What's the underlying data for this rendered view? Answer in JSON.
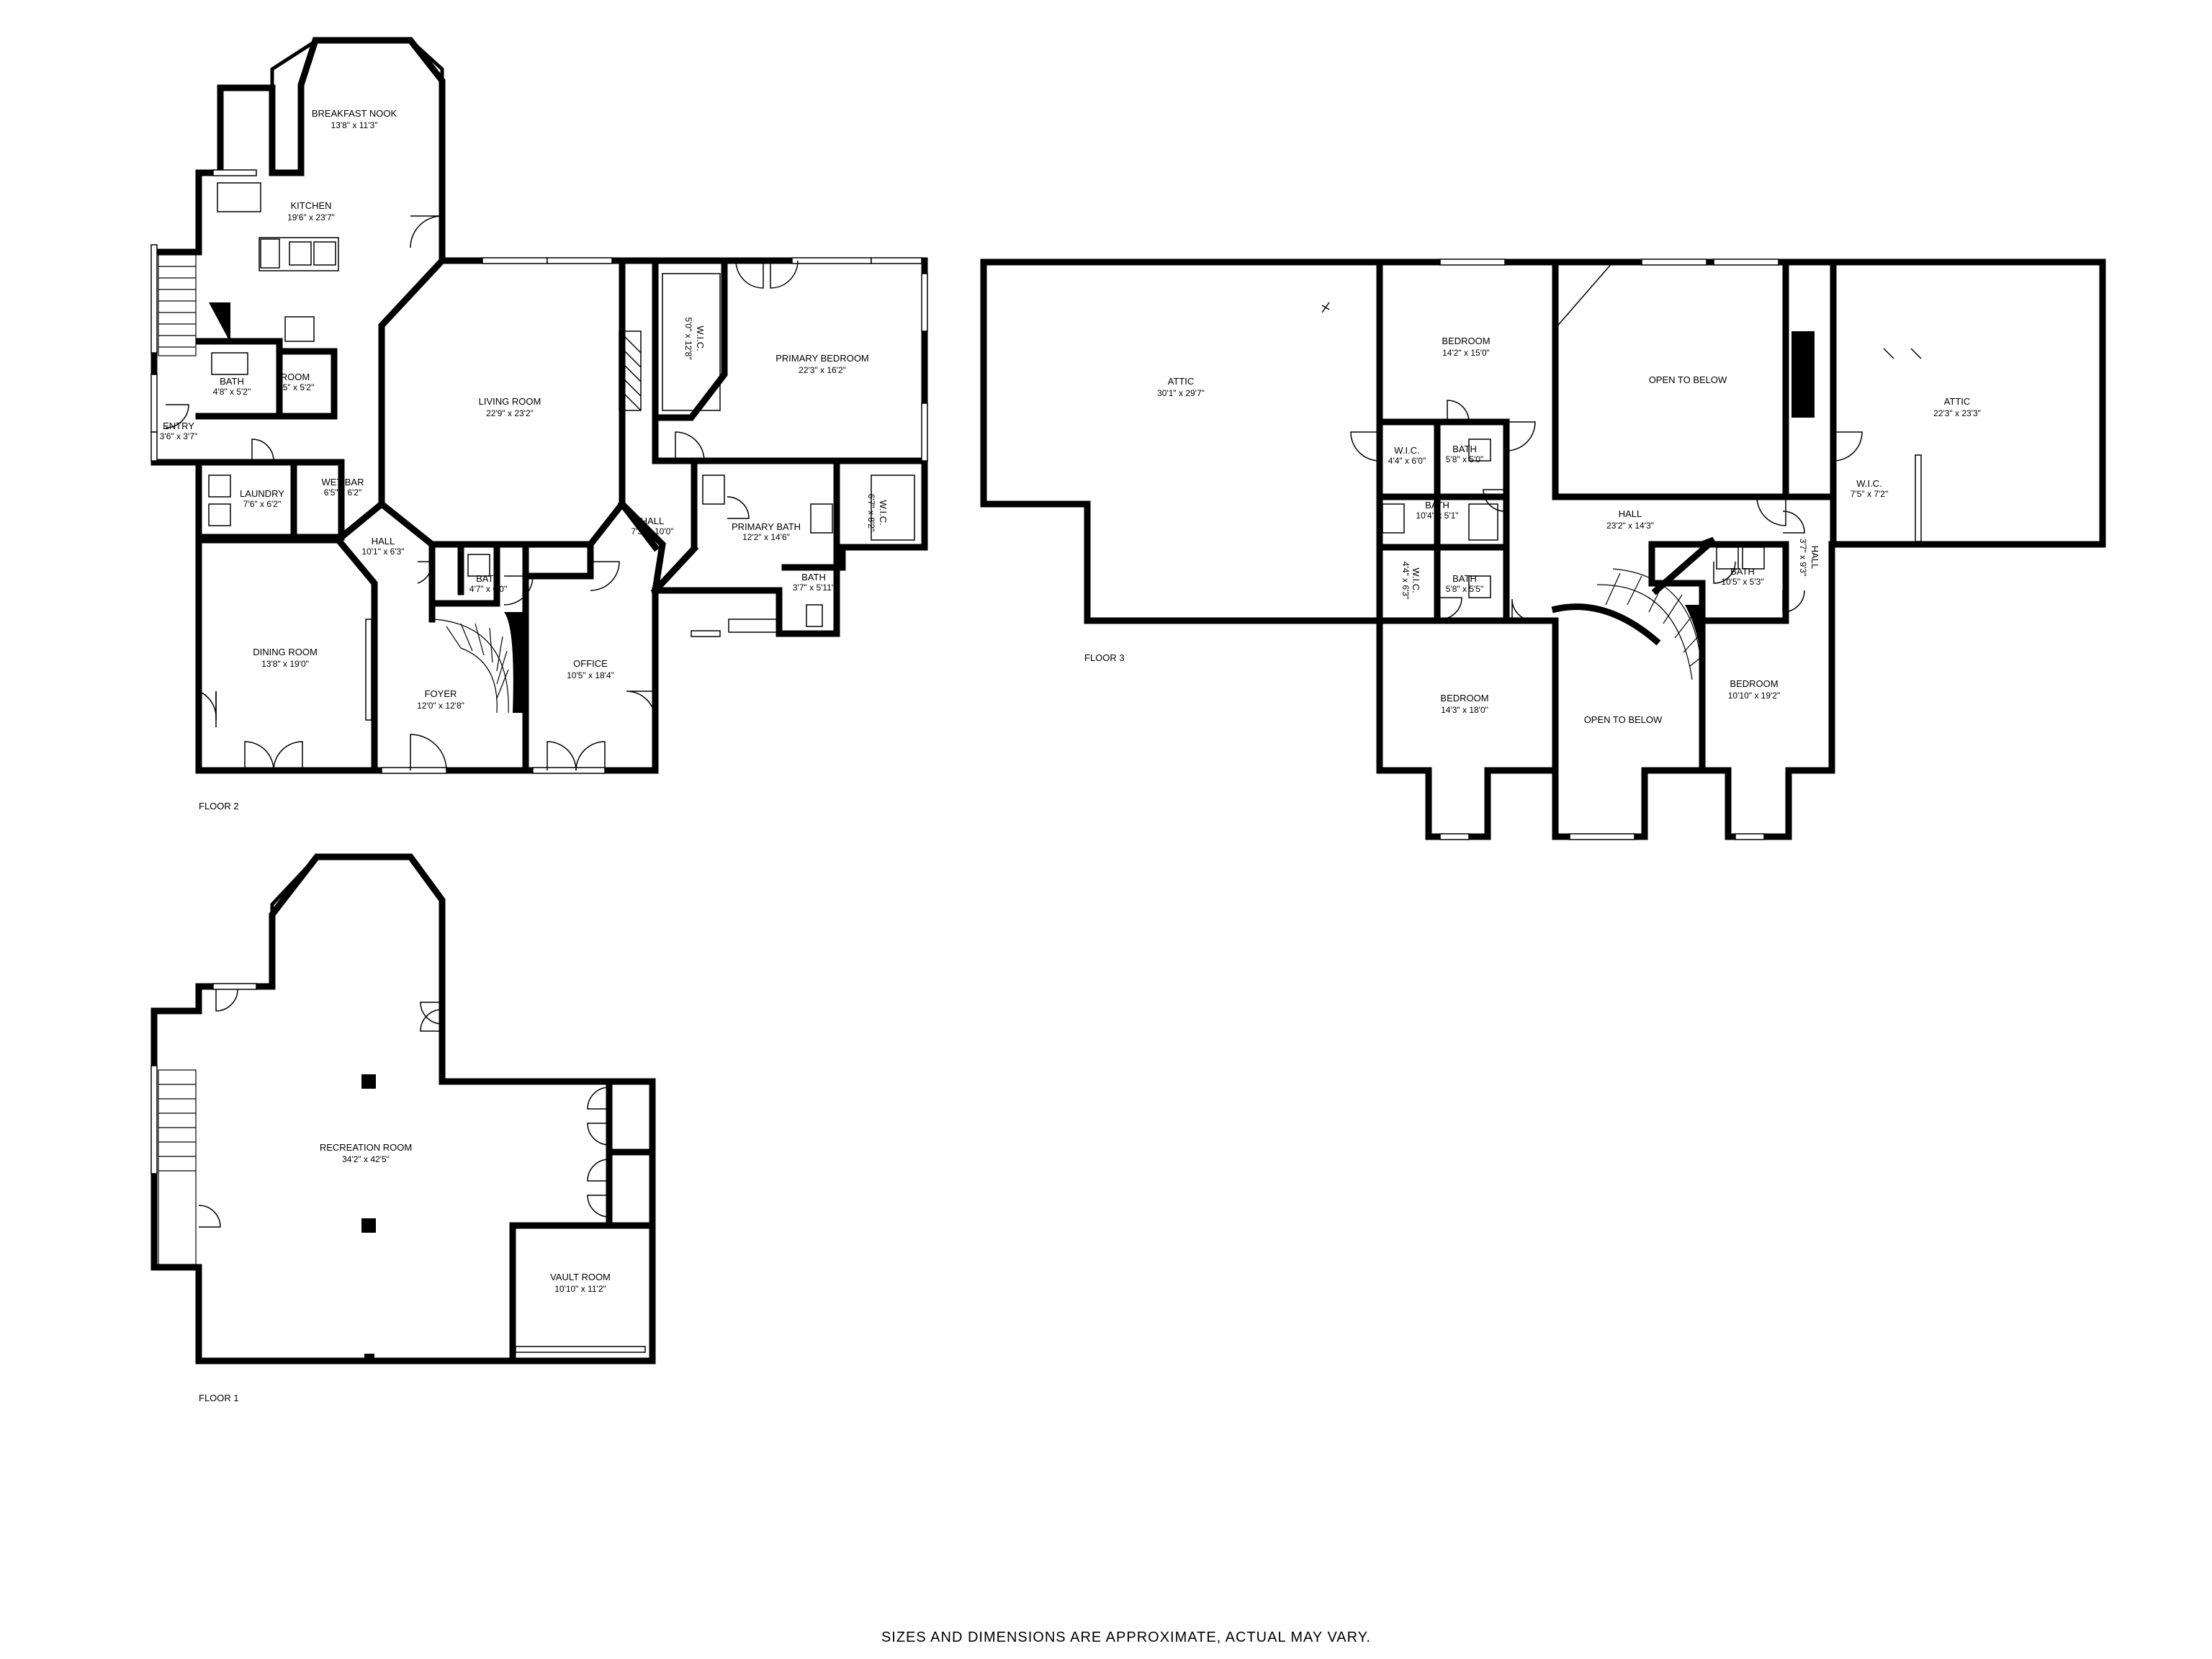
{
  "floors": {
    "floor2": {
      "label": "FLOOR 2",
      "rooms": {
        "breakfast_nook": {
          "name": "BREAKFAST NOOK",
          "dim": "13'8\" x 11'3\""
        },
        "kitchen": {
          "name": "KITCHEN",
          "dim": "19'6\" x 23'7\""
        },
        "bath_a": {
          "name": "BATH",
          "dim": "4'8\" x 5'2\""
        },
        "room": {
          "name": "ROOM",
          "dim": "5'5\" x 5'2\""
        },
        "entry": {
          "name": "ENTRY",
          "dim": "3'6\" x 3'7\""
        },
        "laundry": {
          "name": "LAUNDRY",
          "dim": "7'6\" x 6'2\""
        },
        "wet_bar": {
          "name": "WET BAR",
          "dim": "6'5\" x 6'2\""
        },
        "living_room": {
          "name": "LIVING ROOM",
          "dim": "22'9\" x 23'2\""
        },
        "hall_a": {
          "name": "HALL",
          "dim": "10'1\" x 6'3\""
        },
        "hall_b": {
          "name": "HALL",
          "dim": "7'3\" x 10'0\""
        },
        "wic_a": {
          "name": "W.I.C.",
          "dim": "5'0\" x 12'8\""
        },
        "primary_bedroom": {
          "name": "PRIMARY BEDROOM",
          "dim": "22'3\" x 16'2\""
        },
        "primary_bath": {
          "name": "PRIMARY BATH",
          "dim": "12'2\" x 14'6\""
        },
        "wic_b": {
          "name": "W.I.C.",
          "dim": "6'7\" x 8'2\""
        },
        "bath_b": {
          "name": "BATH",
          "dim": "3'7\" x 5'11\""
        },
        "bath_c": {
          "name": "BATH",
          "dim": "4'7\" x 6'0\""
        },
        "dining_room": {
          "name": "DINING ROOM",
          "dim": "13'8\" x 19'0\""
        },
        "foyer": {
          "name": "FOYER",
          "dim": "12'0\" x 12'8\""
        },
        "office": {
          "name": "OFFICE",
          "dim": "10'5\" x 18'4\""
        }
      }
    },
    "floor3": {
      "label": "FLOOR 3",
      "rooms": {
        "attic_a": {
          "name": "ATTIC",
          "dim": "30'1\" x 29'7\""
        },
        "bedroom_a": {
          "name": "BEDROOM",
          "dim": "14'2\" x 15'0\""
        },
        "open_below_a": {
          "name": "OPEN TO BELOW",
          "dim": ""
        },
        "attic_b": {
          "name": "ATTIC",
          "dim": "22'3\" x 23'3\""
        },
        "wic_a": {
          "name": "W.I.C.",
          "dim": "4'4\" x 6'0\""
        },
        "bath_a": {
          "name": "BATH",
          "dim": "5'8\" x 5'0\""
        },
        "bath_b": {
          "name": "BATH",
          "dim": "10'4\" x 5'1\""
        },
        "wic_b": {
          "name": "W.I.C.",
          "dim": "4'4\" x 6'3\""
        },
        "bath_c": {
          "name": "BATH",
          "dim": "5'8\" x 5'5\""
        },
        "hall_a": {
          "name": "HALL",
          "dim": "23'2\" x 14'3\""
        },
        "wic_c": {
          "name": "W.I.C.",
          "dim": "7'5\" x 7'2\""
        },
        "bath_d": {
          "name": "BATH",
          "dim": "10'5\" x 5'3\""
        },
        "hall_b": {
          "name": "HALL",
          "dim": "3'7\" x 9'3\""
        },
        "bedroom_b": {
          "name": "BEDROOM",
          "dim": "14'3\" x 18'0\""
        },
        "open_below_b": {
          "name": "OPEN TO BELOW",
          "dim": ""
        },
        "bedroom_c": {
          "name": "BEDROOM",
          "dim": "10'10\" x 19'2\""
        }
      }
    },
    "floor1": {
      "label": "FLOOR 1",
      "rooms": {
        "recreation_room": {
          "name": "RECREATION ROOM",
          "dim": "34'2\" x 42'5\""
        },
        "vault_room": {
          "name": "VAULT ROOM",
          "dim": "10'10\" x 11'2\""
        }
      }
    }
  },
  "disclaimer": "SIZES AND DIMENSIONS ARE APPROXIMATE, ACTUAL MAY VARY."
}
